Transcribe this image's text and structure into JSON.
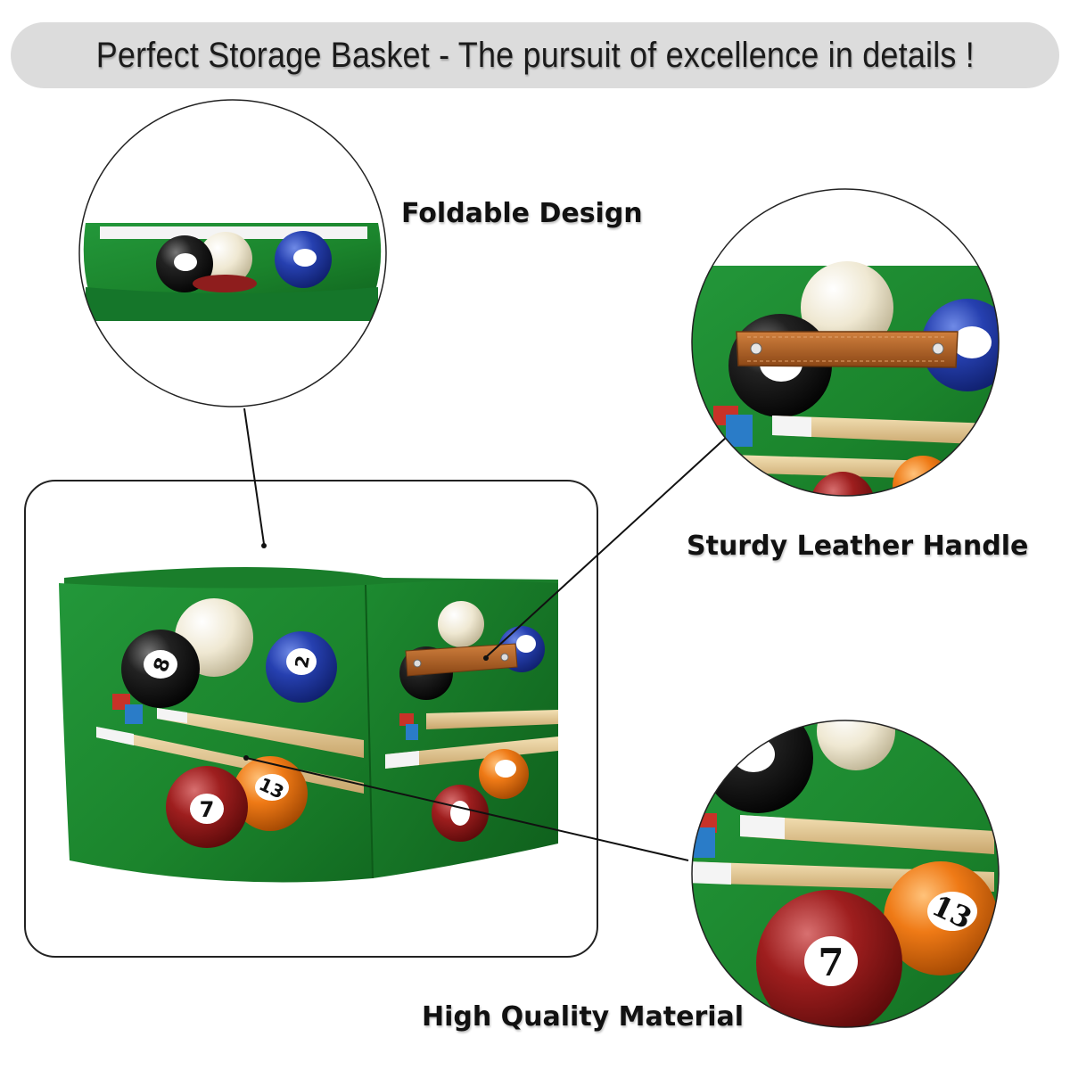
{
  "banner": {
    "title": "Perfect Storage Basket - The pursuit of excellence in details !"
  },
  "features": {
    "foldable": "Foldable Design",
    "handle": "Sturdy Leather Handle",
    "material": "High Quality Material"
  },
  "balls": {
    "eight": "8",
    "two": "2",
    "seven": "7",
    "thirteen": "13"
  },
  "colors": {
    "felt": "#1e8a2e",
    "felt_dark": "#126a20",
    "banner_bg": "#dcdcdc",
    "leather": "#b5652a"
  },
  "icons": [
    "billiard-ball-icon",
    "cue-stick-icon",
    "chalk-cube-icon",
    "leather-handle-icon"
  ]
}
